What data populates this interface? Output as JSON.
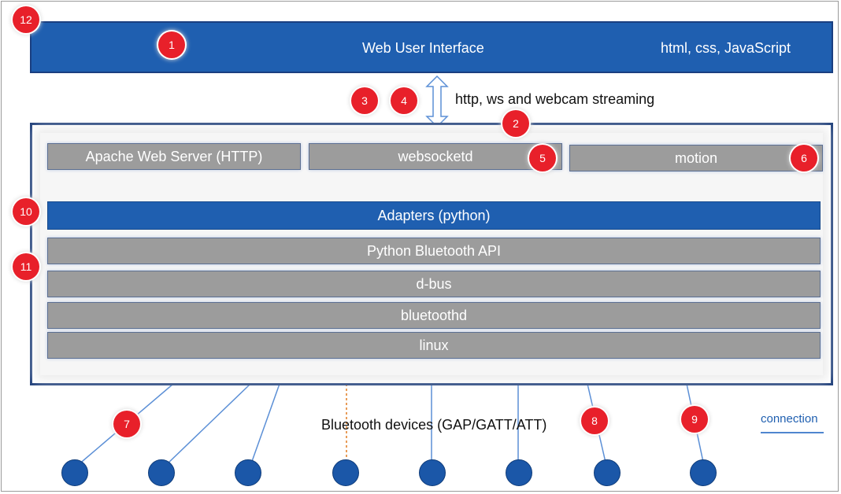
{
  "web_ui": {
    "title": "Web User Interface",
    "tech": "html, css, JavaScript"
  },
  "protocol_label": "http, ws and webcam streaming",
  "server_components": [
    {
      "label": "Apache Web Server (HTTP)"
    },
    {
      "label": "websocketd"
    },
    {
      "label": "motion"
    }
  ],
  "stack_layers": [
    {
      "label": "Adapters (python)",
      "style": "blue"
    },
    {
      "label": "Python Bluetooth API",
      "style": "gray"
    },
    {
      "label": "d-bus",
      "style": "gray"
    },
    {
      "label": "bluetoothd",
      "style": "gray"
    },
    {
      "label": "linux",
      "style": "gray"
    }
  ],
  "devices_label": "Bluetooth devices (GAP/GATT/ATT)",
  "legend": {
    "label": "connection"
  },
  "callouts": [
    "1",
    "2",
    "3",
    "4",
    "5",
    "6",
    "7",
    "8",
    "9",
    "10",
    "11",
    "12"
  ],
  "colors": {
    "blue": "#1f5fb0",
    "gray": "#9c9c9c",
    "callout": "#e8202a",
    "dashed_connection": "#e07b20"
  },
  "device_count": 8
}
